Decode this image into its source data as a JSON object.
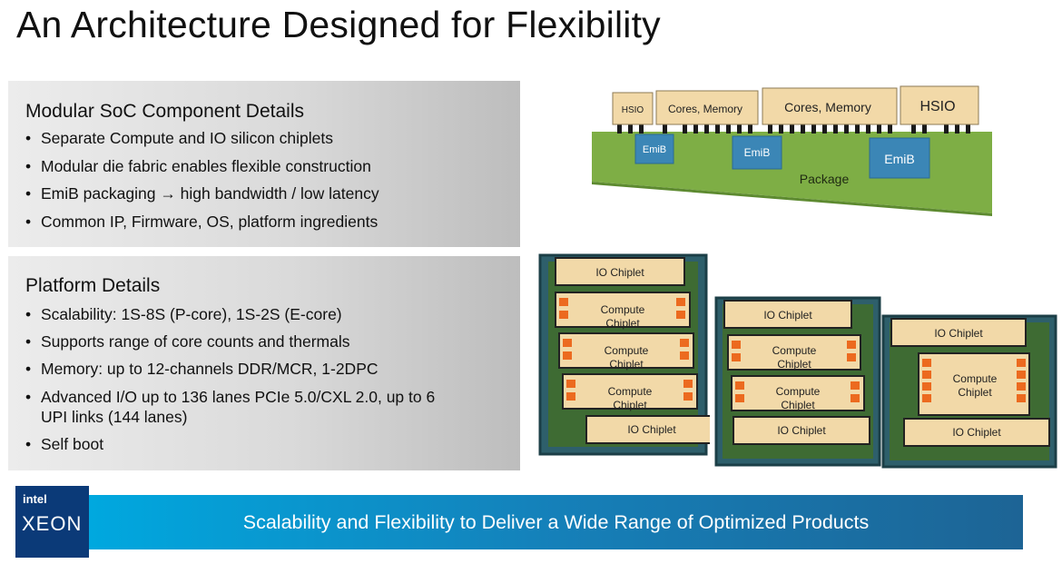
{
  "title": "An Architecture Designed for Flexibility",
  "modular_soc": {
    "heading": "Modular SoC Component Details",
    "bullets": [
      "Separate Compute and IO silicon chiplets",
      "Modular die fabric enables flexible construction",
      "EmiB packaging → high bandwidth / low latency",
      "Common IP, Firmware, OS, platform ingredients"
    ]
  },
  "platform": {
    "heading": "Platform Details",
    "bullets": [
      "Scalability: 1S-8S (P-core), 1S-2S (E-core)",
      "Supports range of core counts and thermals",
      "Memory: up to 12-channels DDR/MCR, 1-2DPC",
      "Advanced I/O up to 136 lanes PCIe 5.0/CXL 2.0, up to 6 UPI links (144 lanes)",
      "Self boot"
    ]
  },
  "package_diagram": {
    "dies": [
      "HSIO",
      "Cores, Memory",
      "Cores, Memory",
      "HSIO"
    ],
    "bridges": [
      "EmiB",
      "EmiB",
      "EmiB"
    ],
    "package_label": "Package"
  },
  "chiplet_layouts": {
    "left": [
      "IO Chiplet",
      "Compute Chiplet",
      "Compute Chiplet",
      "Compute Chiplet",
      "IO Chiplet"
    ],
    "middle": [
      "IO Chiplet",
      "Compute Chiplet",
      "Compute Chiplet",
      "IO Chiplet"
    ],
    "right": [
      "IO Chiplet",
      "Compute Chiplet",
      "IO Chiplet"
    ]
  },
  "banner": "Scalability and Flexibility to Deliver a Wide Range of Optimized Products",
  "logo": {
    "intel": "intel",
    "xeon": "XEON"
  },
  "colors": {
    "package_green": "#7eae45",
    "die_tan": "#f2d9a8",
    "emib_blue": "#3b86b6",
    "substrate_teal": "#2e5f6b",
    "io_orange": "#ec6a1f",
    "banner_blue": "#00a8df"
  }
}
